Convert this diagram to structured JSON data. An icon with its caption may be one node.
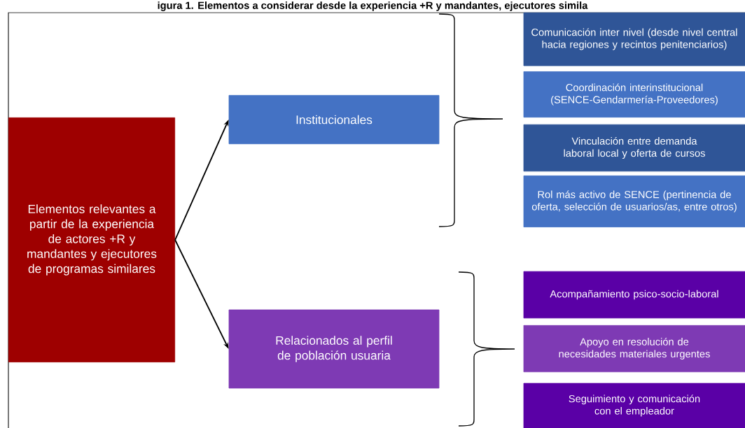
{
  "diagram": {
    "title": "igura 1. Elementos a considerar desde la experiencia +R y mandantes, ejecutores simila",
    "nodes": [
      {
        "text": [
          "Elementos relevantes a partir de la experiencia de actores +R y mandantes y ejecutores de programas similares"
        ]
      },
      {
        "text": [
          "Institucionales"
        ]
      },
      {
        "text": [
          "Relacionados al perfil de población usuaria"
        ]
      },
      {
        "text": [
          "Comunicación inter nivel (desde nivel central hacia regiones y recintos penitenciarios)"
        ]
      },
      {
        "text": [
          "Coordinación interinstitucional (SENCE-Gendarmería-Proveedores)"
        ]
      },
      {
        "text": [
          "Vinculación entre demanda laboral local y oferta de cursos"
        ]
      },
      {
        "text": [
          "Rol más activo de SENCE (pertinencia de oferta, selección de usuarios/as, entre otros)"
        ]
      },
      {
        "text": [
          "Acompañamiento psico-socio-laboral"
        ]
      },
      {
        "text": [
          "Apoyo en resolución de necesidades materiales urgentes"
        ]
      },
      {
        "text": [
          "Seguimiento y comunicación con el empleador"
        ]
      }
    ],
    "edges": [
      {
        "from": 0,
        "to": 1,
        "arrow": "to"
      },
      {
        "from": 0,
        "to": 2,
        "arrow": "to"
      }
    ]
  }
}
